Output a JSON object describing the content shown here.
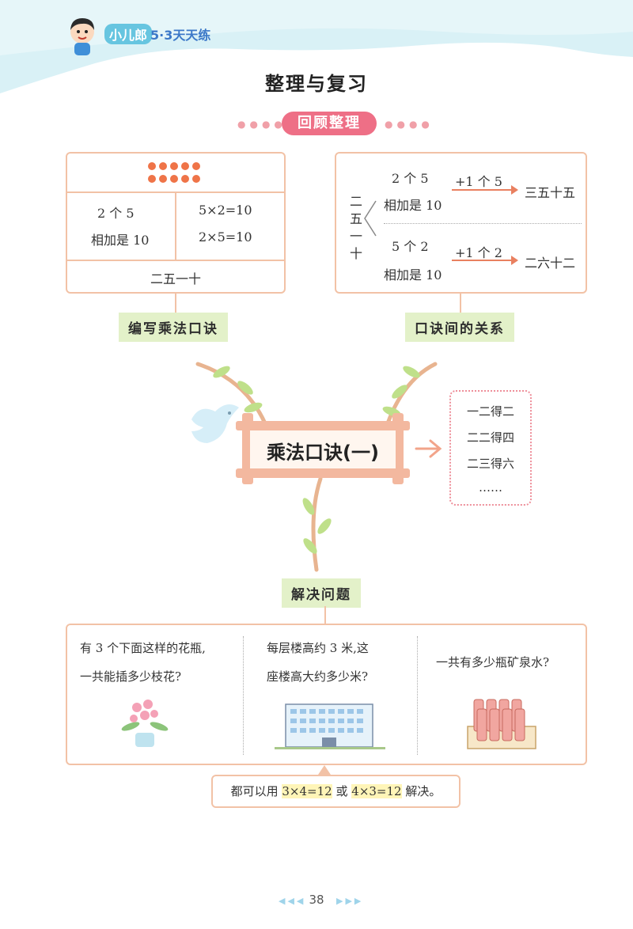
{
  "header": {
    "brand": "小儿郎",
    "series": "5·3天天练"
  },
  "page_title": "整理与复习",
  "section_label": "回顾整理",
  "left_box": {
    "cell1_line1": "2 个 5",
    "cell1_line2": "相加是 10",
    "cell2_line1": "5×2=10",
    "cell2_line2": "2×5=10",
    "footer": "二五一十"
  },
  "right_box": {
    "left_vertical": [
      "二",
      "五",
      "一",
      "十"
    ],
    "top_line1": "2 个 5",
    "top_line2": "相加是 10",
    "top_arrow": "+1 个 5",
    "top_result": "三五十五",
    "bottom_line1": "5 个 2",
    "bottom_line2": "相加是 10",
    "bottom_arrow": "+1 个 2",
    "bottom_result": "二六十二"
  },
  "tag_left": "编写乘法口诀",
  "tag_right": "口诀间的关系",
  "center_scroll": "乘法口诀(一)",
  "rhyme_list": [
    "一二得二",
    "二二得四",
    "二三得六",
    "……"
  ],
  "tag_bottom": "解决问题",
  "problems": [
    {
      "text_line1": "有 3 个下面这样的花瓶,",
      "text_line2": "一共能插多少枝花?"
    },
    {
      "text_line1": "每层楼高约 3 米,这",
      "text_line2": "座楼高大约多少米?"
    },
    {
      "text_line1": "一共有多少瓶矿泉水?",
      "text_line2": ""
    }
  ],
  "conclusion": {
    "prefix": "都可以用",
    "expr1": "3×4=12",
    "mid": "或",
    "expr2": "4×3=12",
    "suffix": "解决。"
  },
  "page_number": "38",
  "colors": {
    "accent_pink": "#ee6f86",
    "border": "#f2c2a6",
    "tag_green": "#e3f1c9",
    "dot_orange": "#ef7448",
    "sky": "#d9f1f6"
  }
}
